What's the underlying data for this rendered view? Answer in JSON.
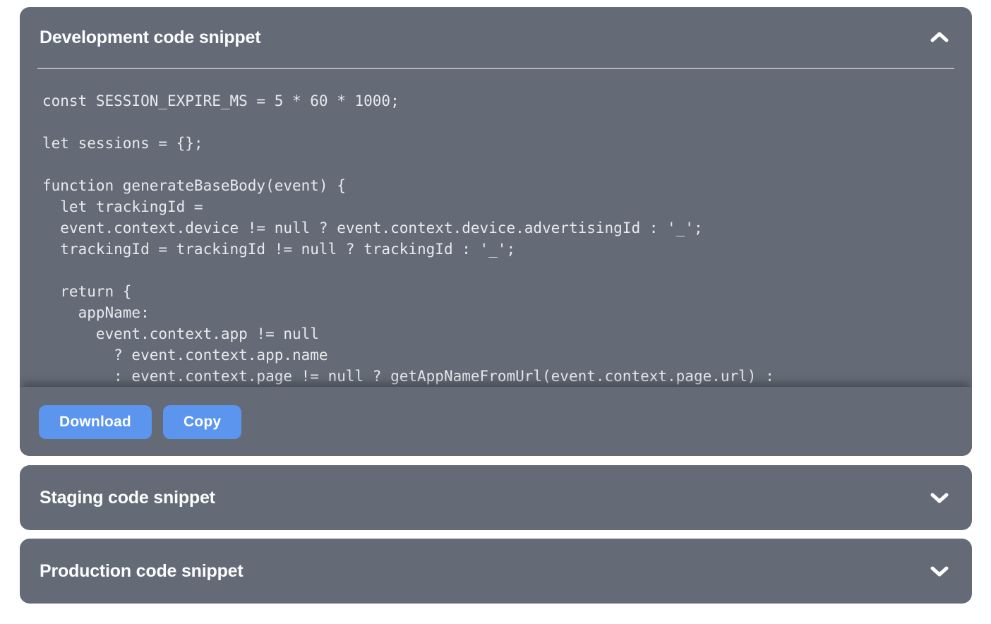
{
  "panels": [
    {
      "title": "Development code snippet",
      "state": "expanded",
      "code": "const SESSION_EXPIRE_MS = 5 * 60 * 1000;\n\nlet sessions = {};\n\nfunction generateBaseBody(event) {\n  let trackingId =\n  event.context.device != null ? event.context.device.advertisingId : '_';\n  trackingId = trackingId != null ? trackingId : '_';\n\n  return {\n    appName:\n      event.context.app != null\n        ? event.context.app.name\n        : event.context.page != null ? getAppNameFromUrl(event.context.page.url) :",
      "buttons": {
        "download": "Download",
        "copy": "Copy"
      }
    },
    {
      "title": "Staging code snippet",
      "state": "collapsed"
    },
    {
      "title": "Production code snippet",
      "state": "collapsed"
    }
  ],
  "colors": {
    "panel_background": "#646B76",
    "button_blue": "#5B95EE",
    "title_text": "#FCFDFE",
    "code_text": "#E7EAEE",
    "divider": "#A9AFB9",
    "page_background": "#FFFFFF"
  }
}
